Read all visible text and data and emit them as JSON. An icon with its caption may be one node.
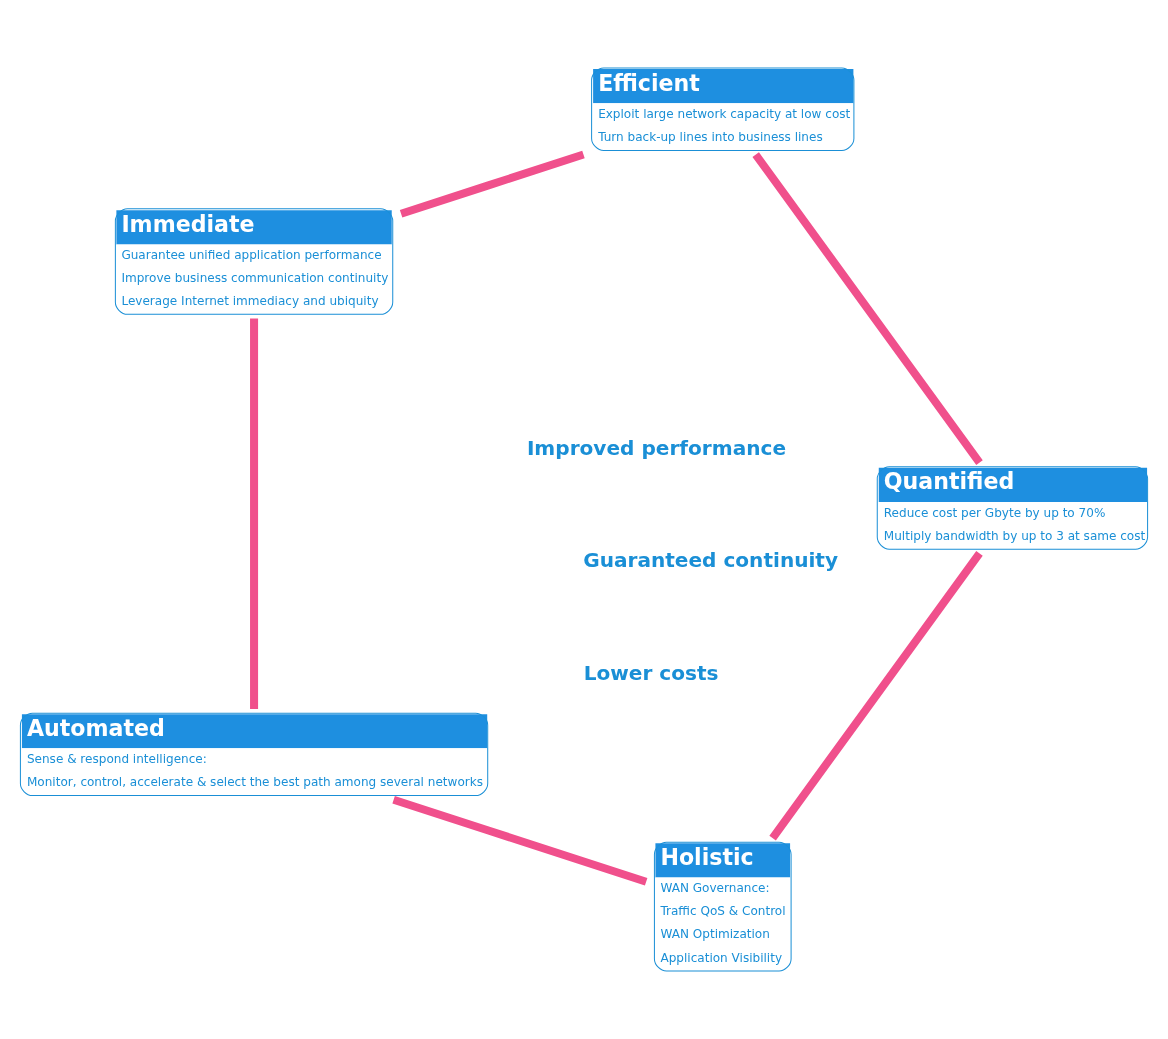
{
  "diagram": {
    "nodes": [
      {
        "text": [
          "Holistic",
          "WAN Governance:",
          "Traffic QoS & Control",
          "WAN Optimization",
          "Application Visibility"
        ]
      },
      {
        "text": [
          "Quantified",
          "Reduce cost per Gbyte by up to 70%",
          "Multiply bandwidth by up to 3 at same cost"
        ]
      },
      {
        "text": [
          "Automated",
          "Sense & respond intelligence:",
          "Monitor, control, accelerate & select the best path among several networks"
        ]
      },
      {
        "text": [
          "Efficient",
          "Exploit large network capacity at low cost",
          "Turn back-up lines into business lines"
        ]
      },
      {
        "text": [
          "Immediate",
          "Guarantee unified application performance",
          "Improve business communication continuity",
          "Leverage Internet immediacy and ubiquity"
        ]
      }
    ],
    "edges": [
      {
        "from": 0,
        "to": 2,
        "arrow": "none"
      },
      {
        "from": 2,
        "to": 4,
        "arrow": "none"
      },
      {
        "from": 4,
        "to": 3,
        "arrow": "none"
      },
      {
        "from": 3,
        "to": 1,
        "arrow": "none"
      },
      {
        "from": 1,
        "to": 0,
        "arrow": "none"
      }
    ],
    "labels": [
      "Improved performance",
      "Guaranteed continuity",
      "Lower costs"
    ]
  }
}
